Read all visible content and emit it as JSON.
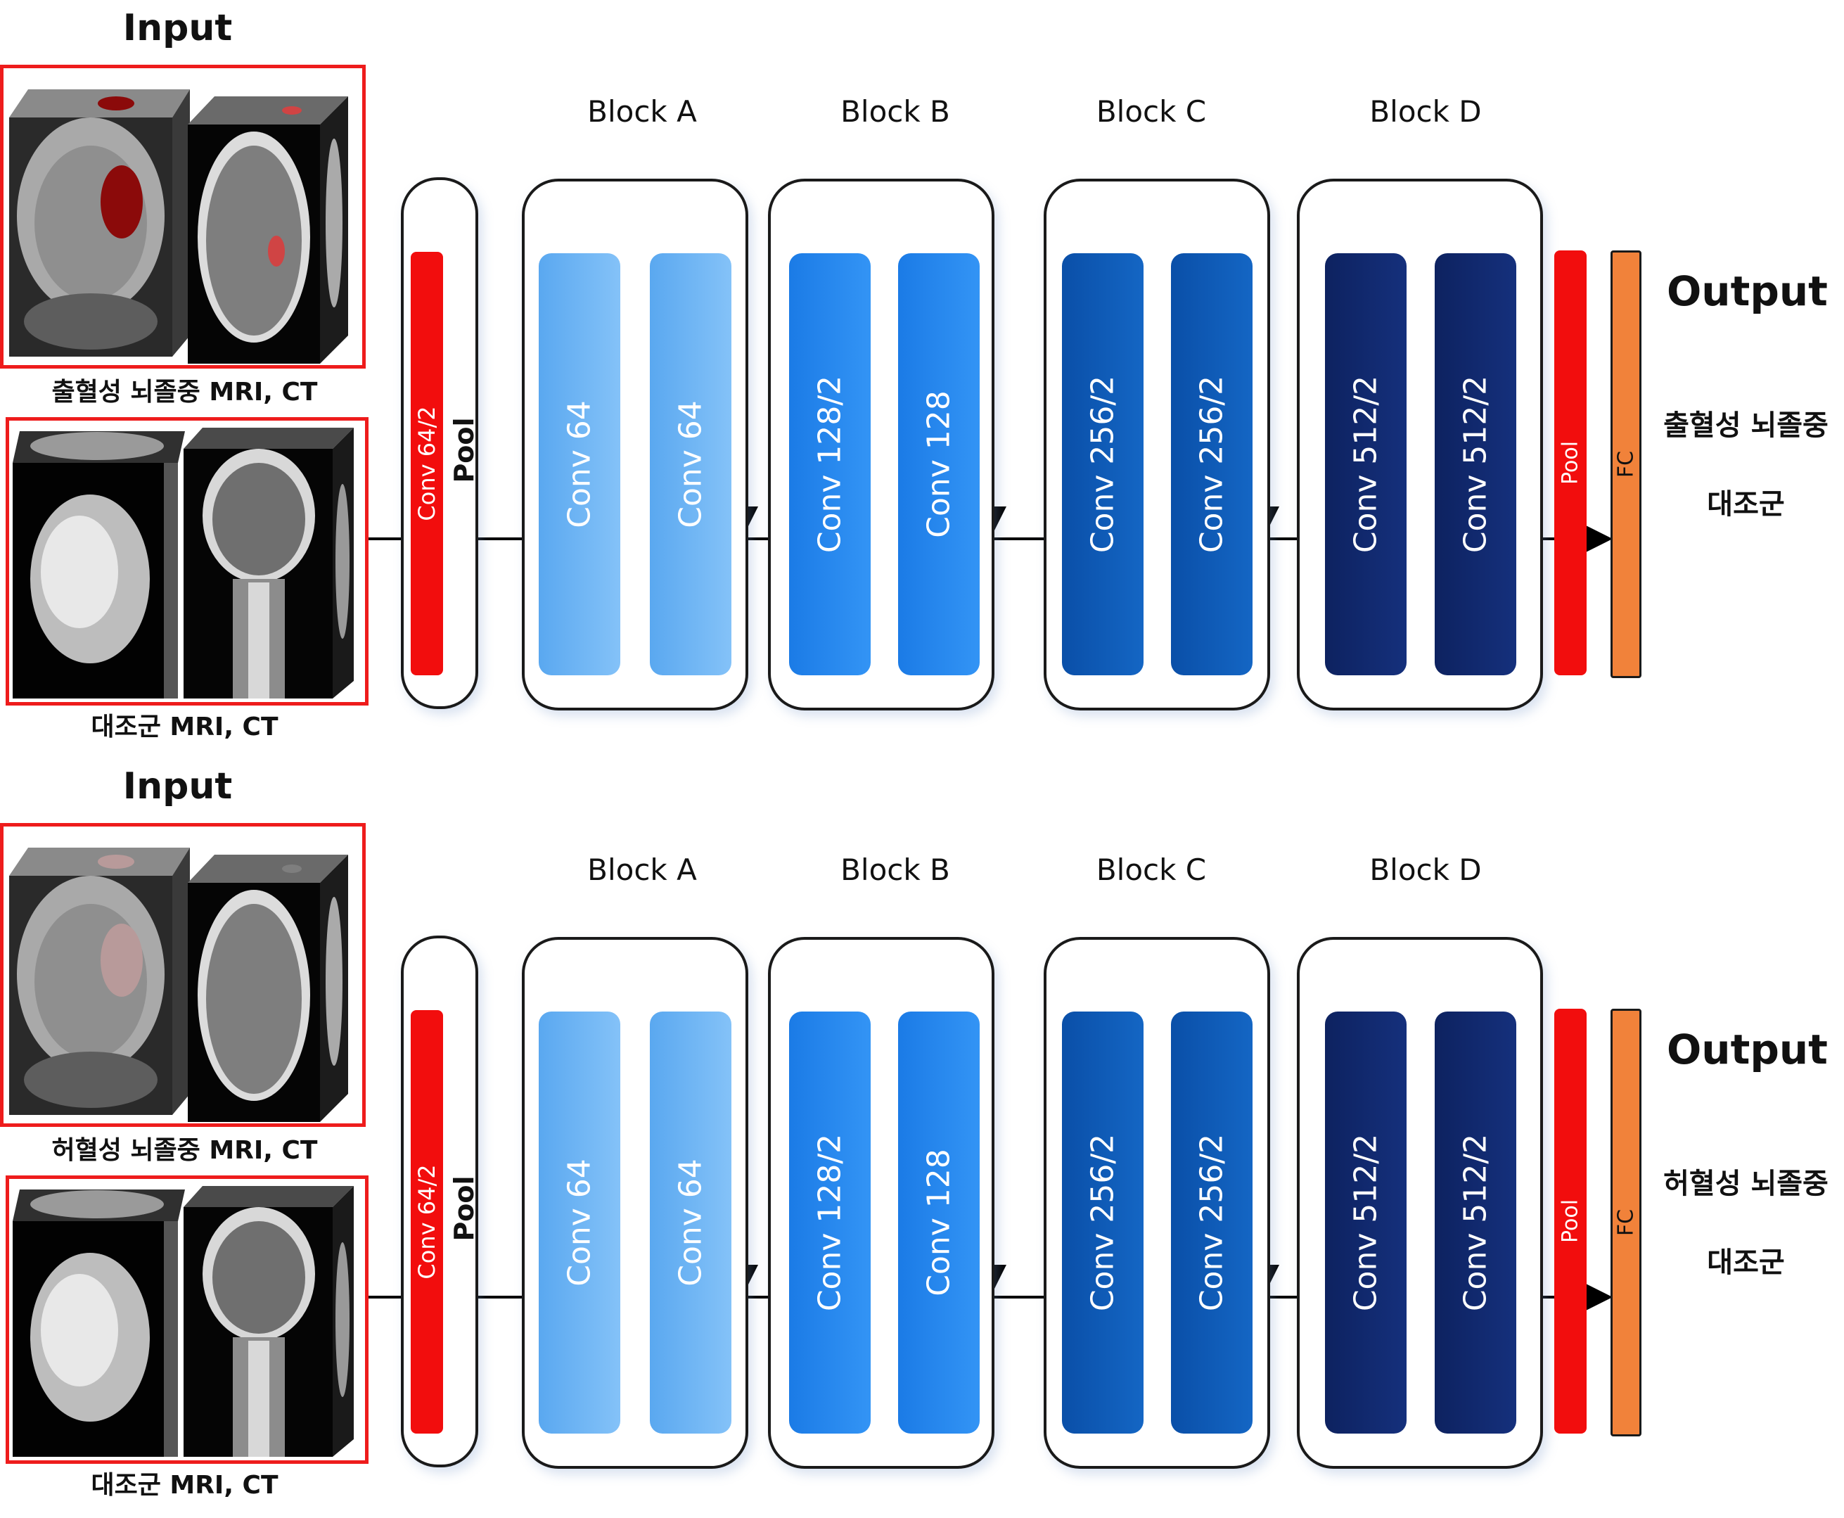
{
  "panels": [
    {
      "input_title": "Input",
      "image_captions": [
        "출혈성 뇌졸중 MRI, CT",
        "대조군 MRI, CT"
      ],
      "stem_conv_label": "Conv 64/2",
      "stem_pool_label": "Pool",
      "blocks": [
        {
          "title": "Block A",
          "convs": [
            "Conv 64",
            "Conv 64"
          ]
        },
        {
          "title": "Block B",
          "convs": [
            "Conv 128/2",
            "Conv 128"
          ]
        },
        {
          "title": "Block C",
          "convs": [
            "Conv 256/2",
            "Conv 256/2"
          ]
        },
        {
          "title": "Block D",
          "convs": [
            "Conv 512/2",
            "Conv 512/2"
          ]
        }
      ],
      "final_pool_label": "Pool",
      "fc_label": "FC",
      "output_title": "Output",
      "output_classes": [
        "출혈성 뇌졸중",
        "대조군"
      ]
    },
    {
      "input_title": "Input",
      "image_captions": [
        "허혈성 뇌졸중 MRI, CT",
        "대조군 MRI, CT"
      ],
      "stem_conv_label": "Conv 64/2",
      "stem_pool_label": "Pool",
      "blocks": [
        {
          "title": "Block A",
          "convs": [
            "Conv 64",
            "Conv 64"
          ]
        },
        {
          "title": "Block B",
          "convs": [
            "Conv 128/2",
            "Conv 128"
          ]
        },
        {
          "title": "Block C",
          "convs": [
            "Conv 256/2",
            "Conv 256/2"
          ]
        },
        {
          "title": "Block D",
          "convs": [
            "Conv 512/2",
            "Conv 512/2"
          ]
        }
      ],
      "final_pool_label": "Pool",
      "fc_label": "FC",
      "output_title": "Output",
      "output_classes": [
        "허혈성 뇌졸중",
        "대조군"
      ]
    }
  ],
  "colors": {
    "frame_red": "#ee1c1c",
    "stem_red": "#f20d0d",
    "fc_orange": "#f1823a",
    "block_a": [
      "#5aa8f0",
      "#84c2f8"
    ],
    "block_b": [
      "#1b7be6",
      "#3394f5"
    ],
    "block_c": [
      "#0a4fa8",
      "#1466c4"
    ],
    "block_d": [
      "#0d2260",
      "#15307c"
    ]
  }
}
